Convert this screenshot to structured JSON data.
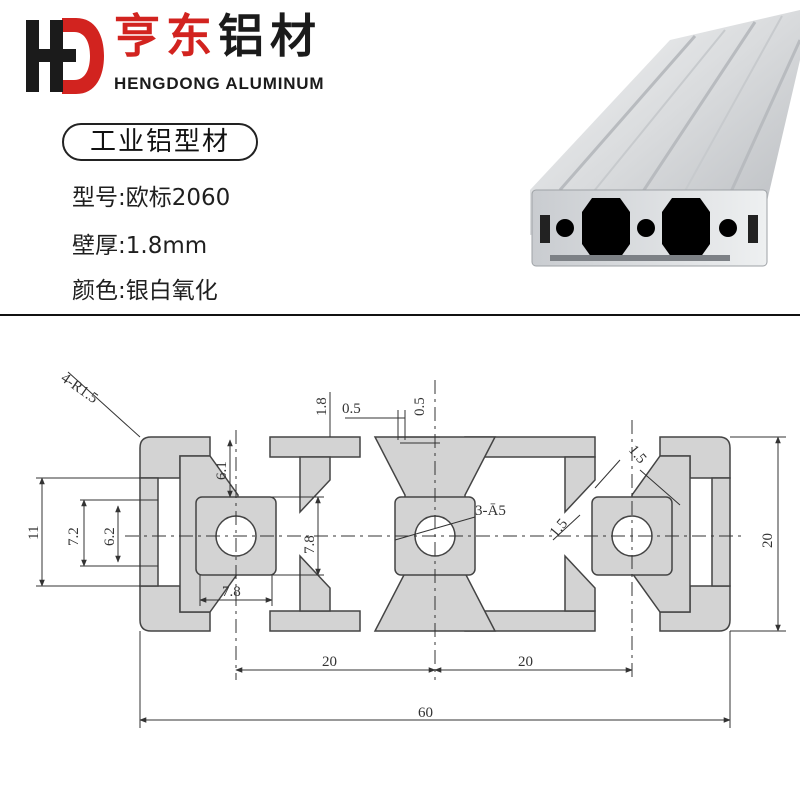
{
  "brand": {
    "logo_letters": "HD",
    "name_cn_red": "亨东",
    "name_cn_black": "铝材",
    "name_en": "HENGDONG ALUMINUM",
    "colors": {
      "red": "#d2231f",
      "dark": "#1b1b1b"
    }
  },
  "product": {
    "category_pill": "工业铝型材",
    "specs": [
      {
        "label": "型号",
        "value": "欧标2060"
      },
      {
        "label": "壁厚",
        "value": "1.8mm"
      },
      {
        "label": "颜色",
        "value": "银白氧化"
      }
    ],
    "photo_icon": "aluminum-extrusion-2060-photo"
  },
  "drawing": {
    "profile_fill": "#d3d3d3",
    "dimensions": {
      "corner_radius": "4-R1.5",
      "top_wall": "1.8",
      "slot_offset": "0.5",
      "slot_depth": "0.5",
      "slot_height": "6.1",
      "outer_slot": "11",
      "slot_width_outer": "7.2",
      "slot_width_inner": "6.2",
      "core_height": "7.8",
      "core_width": "7.8",
      "hole": "3-Ā5",
      "rib_1": "1.5",
      "rib_2": "1.5",
      "height": "20",
      "pitch_1": "20",
      "pitch_2": "20",
      "length": "60"
    }
  }
}
